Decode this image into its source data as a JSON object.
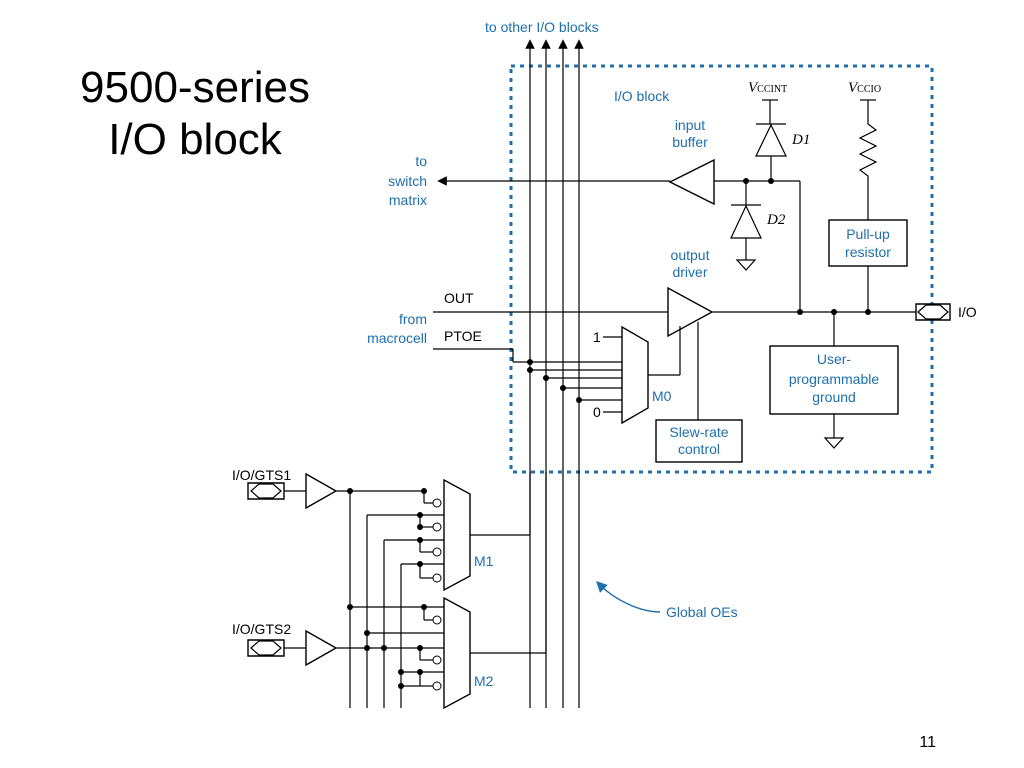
{
  "slide": {
    "title_line1": "9500-series",
    "title_line2": "I/O block",
    "page_number": "11"
  },
  "diagram": {
    "to_other_io_blocks": "to other I/O blocks",
    "io_block_label": "I/O block",
    "vccint_v": "V",
    "vccint_sub": "CCINT",
    "vccio_v": "V",
    "vccio_sub": "CCIO",
    "d1": "D1",
    "d2": "D2",
    "input_buffer_1": "input",
    "input_buffer_2": "buffer",
    "to_switch_1": "to",
    "to_switch_2": "switch",
    "to_switch_3": "matrix",
    "pullup_1": "Pull-up",
    "pullup_2": "resistor",
    "output_driver_1": "output",
    "output_driver_2": "driver",
    "out": "OUT",
    "ptoe": "PTOE",
    "from_macrocell_1": "from",
    "from_macrocell_2": "macrocell",
    "io_pin": "I/O",
    "one": "1",
    "zero": "0",
    "m0": "M0",
    "user_ground_1": "User-",
    "user_ground_2": "programmable",
    "user_ground_3": "ground",
    "slew_1": "Slew-rate",
    "slew_2": "control",
    "gts1": "I/O/GTS1",
    "gts2": "I/O/GTS2",
    "m1": "M1",
    "m2": "M2",
    "global_oes": "Global OEs"
  }
}
